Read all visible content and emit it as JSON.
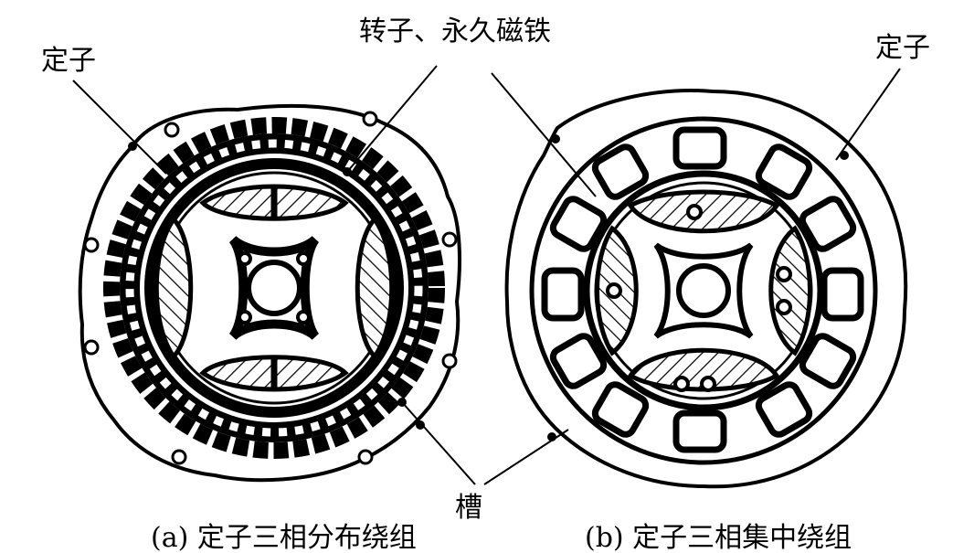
{
  "labels": {
    "stator_left": "定子",
    "rotor_magnet": "转子、永久磁铁",
    "stator_right": "定子",
    "slot": "槽"
  },
  "captions": {
    "a": "(a)  定子三相分布绕组",
    "b": "(b)  定子三相集中绕组"
  },
  "colors": {
    "ink": "#000000",
    "background": "#ffffff"
  }
}
